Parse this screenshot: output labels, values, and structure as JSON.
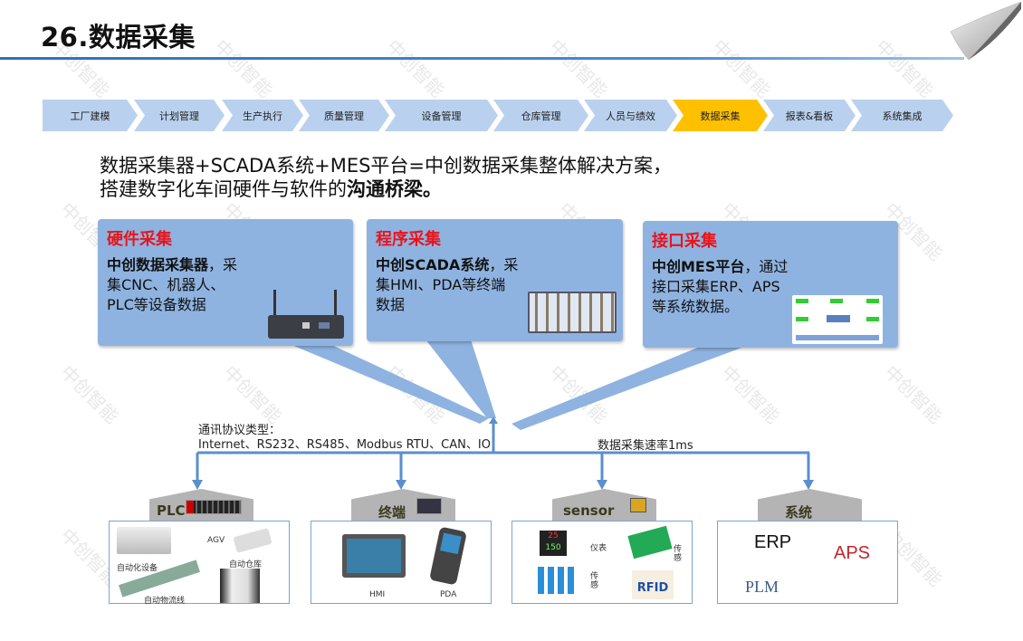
{
  "title": "26.数据采集",
  "watermark": "中创智能",
  "process_steps": [
    {
      "label": "工厂建模",
      "active": false
    },
    {
      "label": "计划管理",
      "active": false
    },
    {
      "label": "生产执行",
      "active": false
    },
    {
      "label": "质量管理",
      "active": false
    },
    {
      "label": "设备管理",
      "active": false
    },
    {
      "label": "仓库管理",
      "active": false
    },
    {
      "label": "人员与绩效",
      "active": false
    },
    {
      "label": "数据采集",
      "active": true
    },
    {
      "label": "报表&看板",
      "active": false
    },
    {
      "label": "系统集成",
      "active": false
    }
  ],
  "colors": {
    "step": "#b9d1ee",
    "step_active": "#ffc000",
    "callout": "#8fb3e0",
    "accent_red": "#e8141b",
    "line": "#5b8fcc"
  },
  "heading": {
    "line1": "数据采集器+SCADA系统+MES平台=中创数据采集整体解决方案，",
    "line2_plain": "搭建数字化车间硬件与软件的",
    "line2_bold": "沟通桥梁。"
  },
  "callouts": [
    {
      "title": "硬件采集",
      "bold": "中创数据采集器",
      "text1": "，采",
      "text2": "集CNC、机器人、",
      "text3": "PLC等设备数据"
    },
    {
      "title": "程序采集",
      "bold": "中创SCADA系统",
      "text1": "，采",
      "text2": "集HMI、PDA等终端",
      "text3": "数据"
    },
    {
      "title": "接口采集",
      "bold": "中创MES平台",
      "text1": "，通过",
      "text2": "接口采集ERP、APS",
      "text3": "等系统数据。"
    }
  ],
  "protocol": {
    "label": "通讯协议类型：",
    "value": "Internet、RS232、RS485、Modbus  RTU、CAN、IO"
  },
  "rate": "数据采集速率1ms",
  "groups": [
    {
      "name": "PLC",
      "items": [
        "AGV",
        "自动化设备",
        "自动仓库",
        "自动物流线"
      ]
    },
    {
      "name": "终端",
      "items": [
        "HMI",
        "PDA"
      ]
    },
    {
      "name": "sensor",
      "items": [
        "仪表",
        "传感",
        "传感",
        "RFID"
      ]
    },
    {
      "name": "系统",
      "items": [
        "ERP",
        "APS",
        "PLM"
      ]
    }
  ]
}
